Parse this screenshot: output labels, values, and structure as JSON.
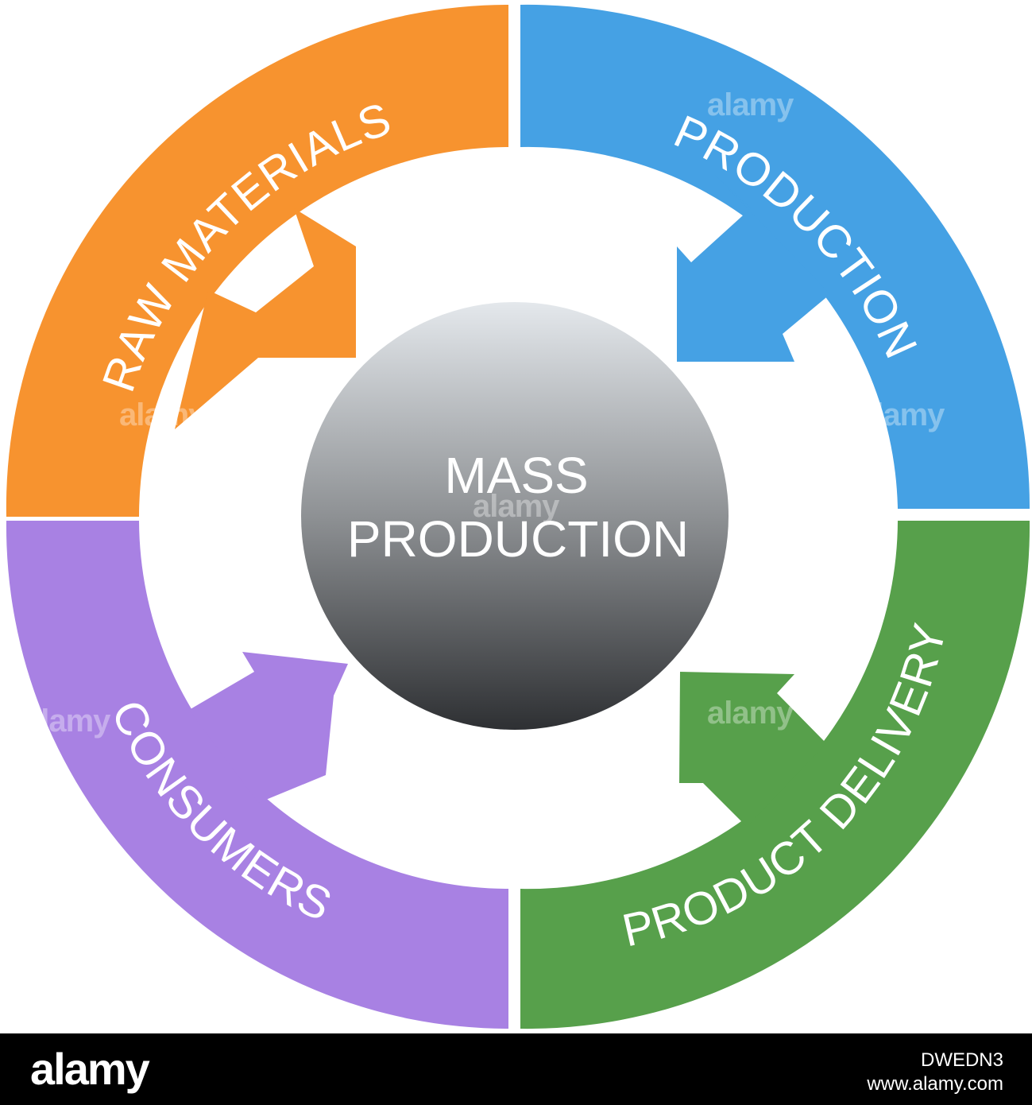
{
  "segments": [
    {
      "id": "raw-materials",
      "label": "RAW MATERIALS",
      "color": "#F7932F"
    },
    {
      "id": "production",
      "label": "PRODUCTION",
      "color": "#45A1E4"
    },
    {
      "id": "product-delivery",
      "label": "PRODUCT DELIVERY",
      "color": "#57A04B"
    },
    {
      "id": "consumers",
      "label": "CONSUMERS",
      "color": "#A881E3"
    }
  ],
  "center": {
    "line1": "MASS",
    "line2": "PRODUCTION",
    "gradient_top": "#E4E8EC",
    "gradient_bottom": "#2E3033"
  },
  "watermark": {
    "brand": "alamy",
    "image_id": "DWEDN3",
    "url": "www.alamy.com"
  }
}
